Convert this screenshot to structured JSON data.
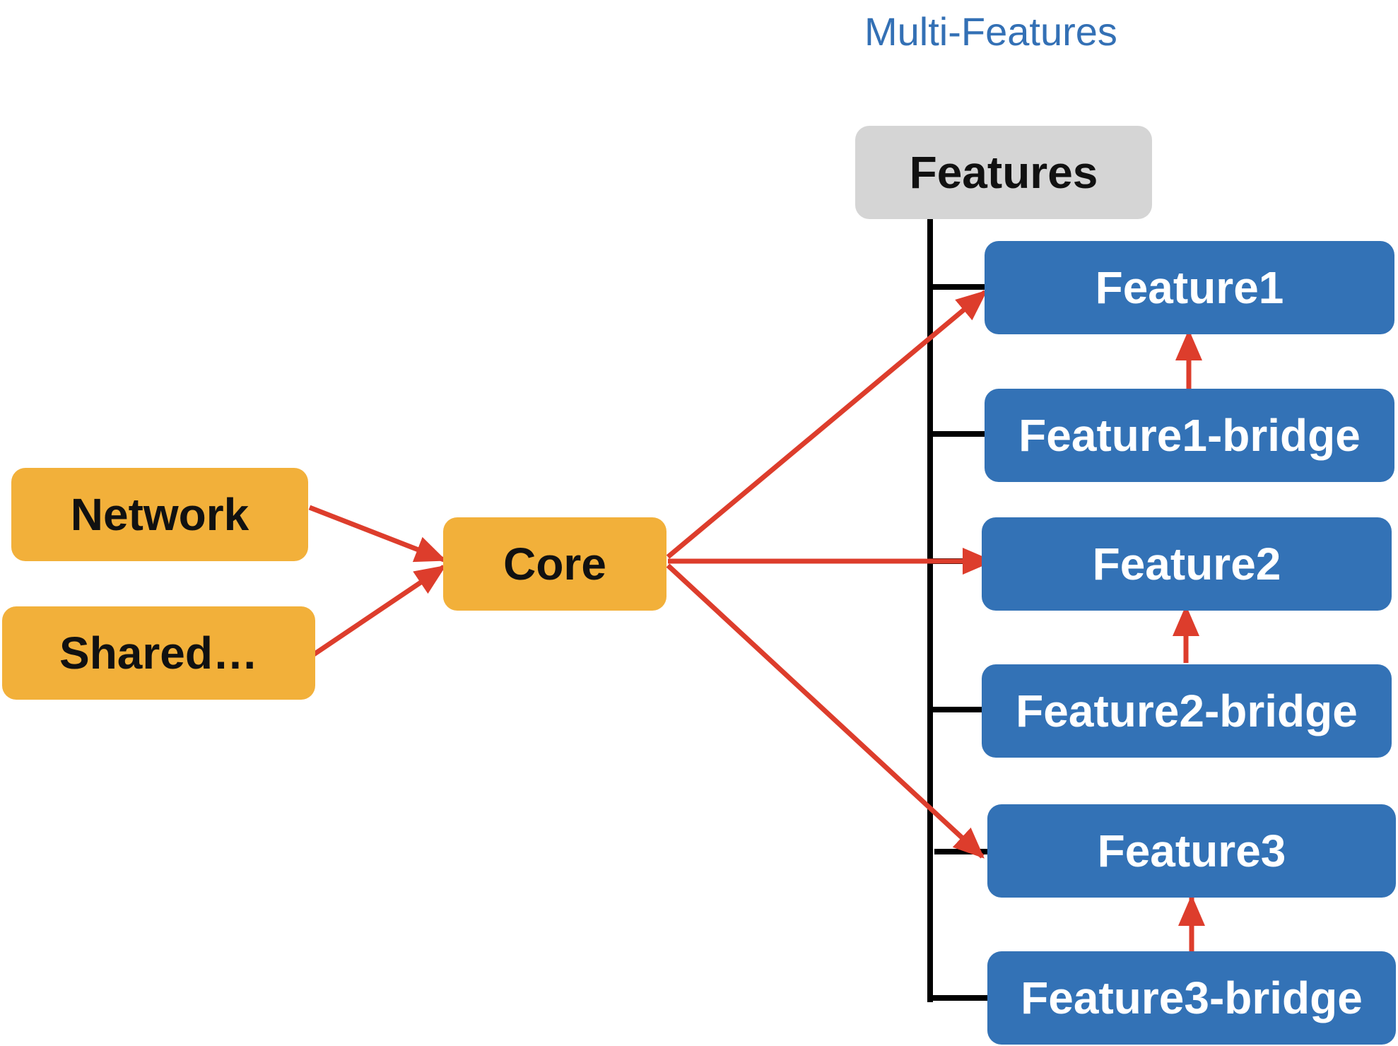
{
  "title": "Multi-Features",
  "nodes": {
    "network": "Network",
    "shared": "Shared…",
    "core": "Core",
    "features": "Features",
    "feature1": "Feature1",
    "feature1_bridge": "Feature1-bridge",
    "feature2": "Feature2",
    "feature2_bridge": "Feature2-bridge",
    "feature3": "Feature3",
    "feature3_bridge": "Feature3-bridge"
  },
  "colors": {
    "module_orange": "#f2b03a",
    "feature_blue": "#3372b6",
    "group_gray": "#d5d5d5",
    "arrow_red": "#dd3d2c",
    "title_blue": "#3370b5"
  }
}
